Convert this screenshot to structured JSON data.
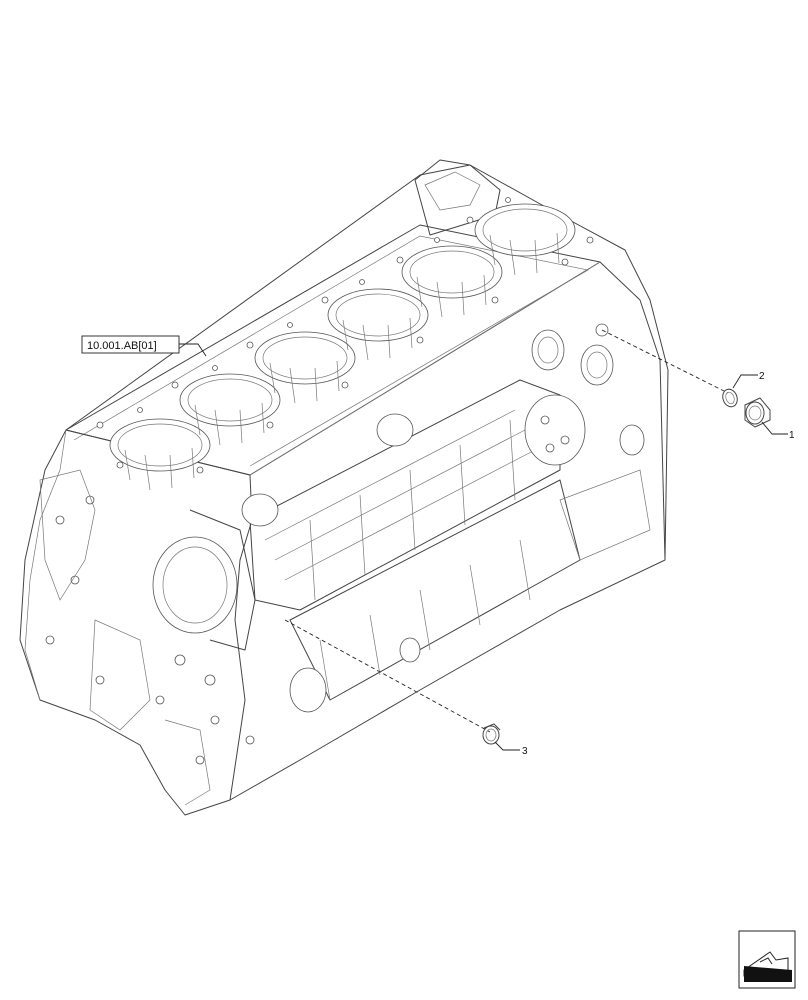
{
  "diagram": {
    "reference_label": "10.001.AB[01]",
    "callouts": [
      {
        "id": "callout-1",
        "label": "1"
      },
      {
        "id": "callout-2",
        "label": "2"
      },
      {
        "id": "callout-3",
        "label": "3"
      }
    ]
  },
  "icons": {
    "corner_icon": "page-turn-icon"
  },
  "colors": {
    "line": "#444444",
    "background": "#ffffff"
  }
}
